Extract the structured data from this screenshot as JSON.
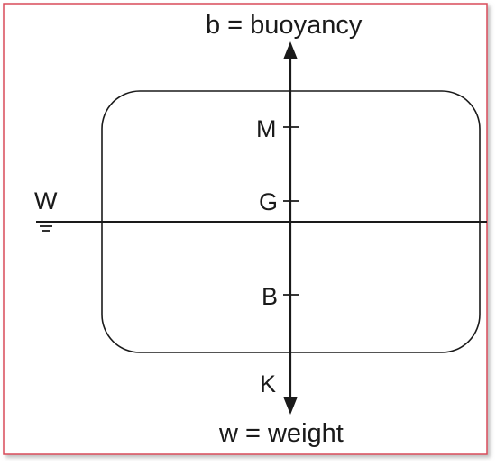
{
  "diagram": {
    "top_label": "b = buoyancy",
    "bottom_label": "w = weight",
    "waterline_label": "W",
    "points": {
      "M": "M",
      "G": "G",
      "B": "B",
      "K": "K"
    },
    "colors": {
      "frame_border": "#d94b5a",
      "line": "#1a1a1a",
      "text": "#1a1a1a",
      "background": "#ffffff"
    }
  }
}
